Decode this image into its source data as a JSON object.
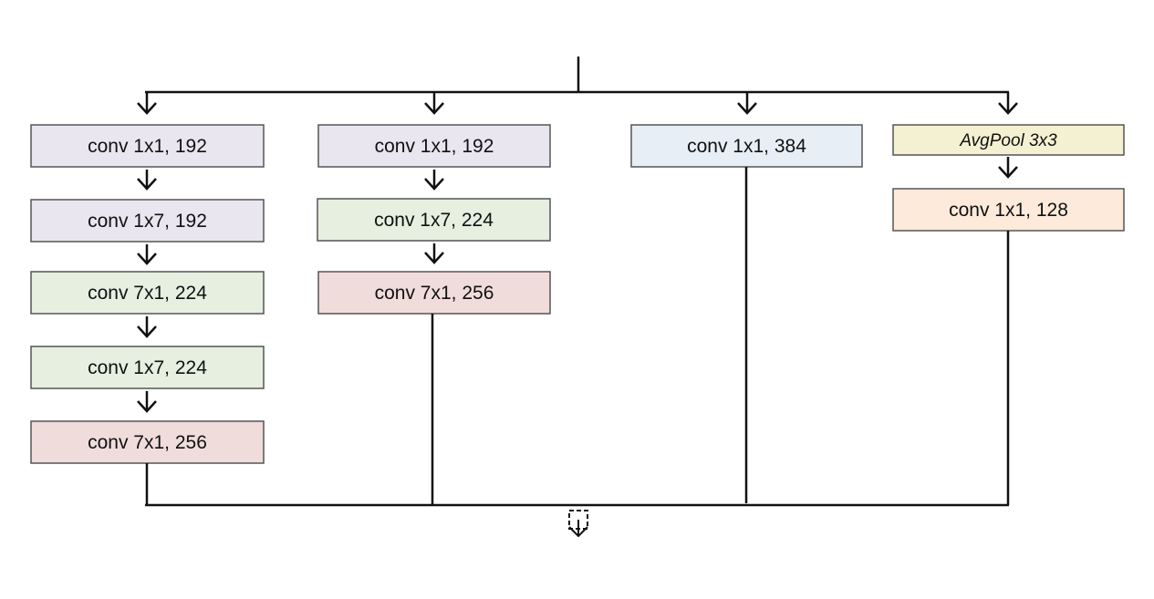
{
  "branches": [
    {
      "id": "branch-1",
      "layers": [
        {
          "label": "conv 1x1, 192",
          "color": "#e9e6ef"
        },
        {
          "label": "conv 1x7, 192",
          "color": "#e9e6ef"
        },
        {
          "label": "conv 7x1, 224",
          "color": "#e6efe0"
        },
        {
          "label": "conv 1x7, 224",
          "color": "#e6efe0"
        },
        {
          "label": "conv 7x1, 256",
          "color": "#f1dcdc"
        }
      ]
    },
    {
      "id": "branch-2",
      "layers": [
        {
          "label": "conv 1x1, 192",
          "color": "#e9e6ef"
        },
        {
          "label": "conv 1x7, 224",
          "color": "#e6efe0"
        },
        {
          "label": "conv 7x1, 256",
          "color": "#f1dcdc"
        }
      ]
    },
    {
      "id": "branch-3",
      "layers": [
        {
          "label": "conv 1x1, 384",
          "color": "#e8eef6"
        }
      ]
    },
    {
      "id": "branch-4",
      "layers": [
        {
          "label": "AvgPool 3x3",
          "color": "#f4f1d2",
          "italic": true
        },
        {
          "label": "conv 1x1, 128",
          "color": "#fdeadb"
        }
      ]
    }
  ]
}
